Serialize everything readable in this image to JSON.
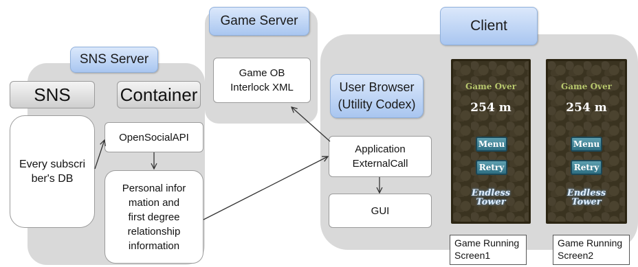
{
  "sns_server": {
    "title": "SNS Server",
    "sns_header": "SNS",
    "container_header": "Container",
    "db_box": "Every subscri\nber's DB",
    "opensocial_box": "OpenSocialAPI",
    "personal_box": "Personal infor\nmation and\nfirst degree\nrelationship\ninformation"
  },
  "game_server": {
    "title": "Game Server",
    "interlock_box": "Game OB\nInterlock XML"
  },
  "client": {
    "title": "Client",
    "browser_label": "User Browser\n(Utility Codex)",
    "application_box": "Application\nExternalCall",
    "gui_box": "GUI",
    "screens": [
      {
        "game_over": "Game Over",
        "distance": "254 m",
        "menu": "Menu",
        "retry": "Retry",
        "logo": "Endless\nTower",
        "caption": "Game Running\nScreen1"
      },
      {
        "game_over": "Game Over",
        "distance": "254 m",
        "menu": "Menu",
        "retry": "Retry",
        "logo": "Endless\nTower",
        "caption": "Game Running\nScreen2"
      }
    ]
  },
  "colors": {
    "panel": "#d9d9d9",
    "tag": "#a9c6f0",
    "screen_bg": "#3a3320"
  }
}
